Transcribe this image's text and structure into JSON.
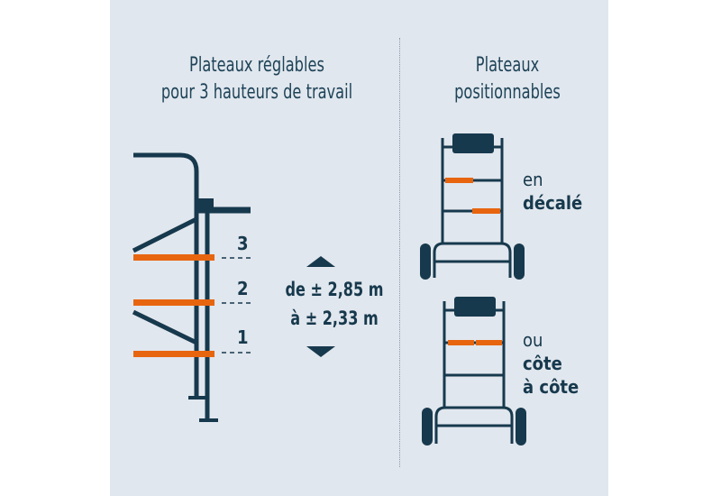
{
  "left": {
    "title_line1": "Plateaux réglables",
    "title_line2": "pour 3 hauteurs de travail",
    "levels": [
      "3",
      "2",
      "1"
    ],
    "measure_line1": "de ± 2,85 m",
    "measure_line2": "à ± 2,33 m",
    "icons": [
      "arrow-up",
      "arrow-down"
    ]
  },
  "right": {
    "title_line1": "Plateaux",
    "title_line2": "positionnables",
    "option1": {
      "light": "en",
      "bold": "décalé"
    },
    "option2": {
      "light": "ou",
      "bold_line1": "côte",
      "bold_line2": "à côte"
    }
  },
  "colors": {
    "background": "#e1e7ee",
    "structure": "#17394d",
    "platform": "#e8650f",
    "text": "#1e4358"
  }
}
